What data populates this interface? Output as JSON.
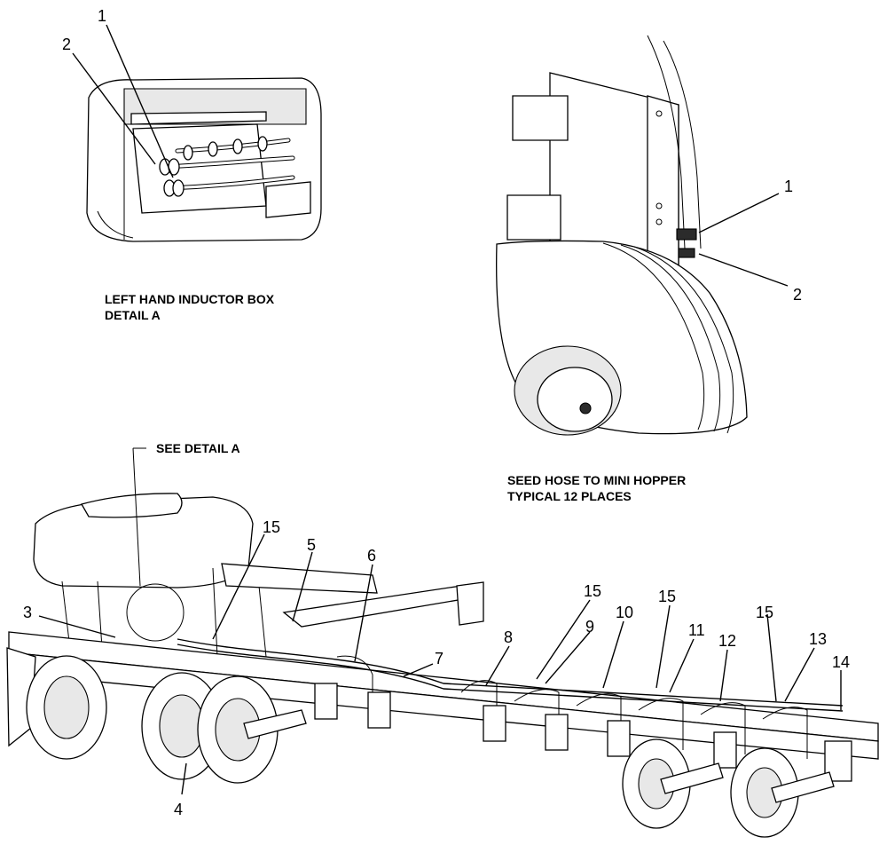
{
  "detail_a": {
    "caption_line1": "LEFT HAND INDUCTOR BOX",
    "caption_line2": "DETAIL A",
    "callouts": [
      "1",
      "2"
    ]
  },
  "mini_hopper": {
    "caption_line1": "SEED HOSE TO MINI HOPPER",
    "caption_line2": "TYPICAL 12 PLACES",
    "callouts": [
      "1",
      "2"
    ]
  },
  "main_view": {
    "see_detail": "SEE DETAIL A",
    "callouts": [
      "15",
      "3",
      "5",
      "6",
      "15",
      "15",
      "15",
      "10",
      "8",
      "9",
      "11",
      "7",
      "12",
      "13",
      "14",
      "4"
    ]
  }
}
